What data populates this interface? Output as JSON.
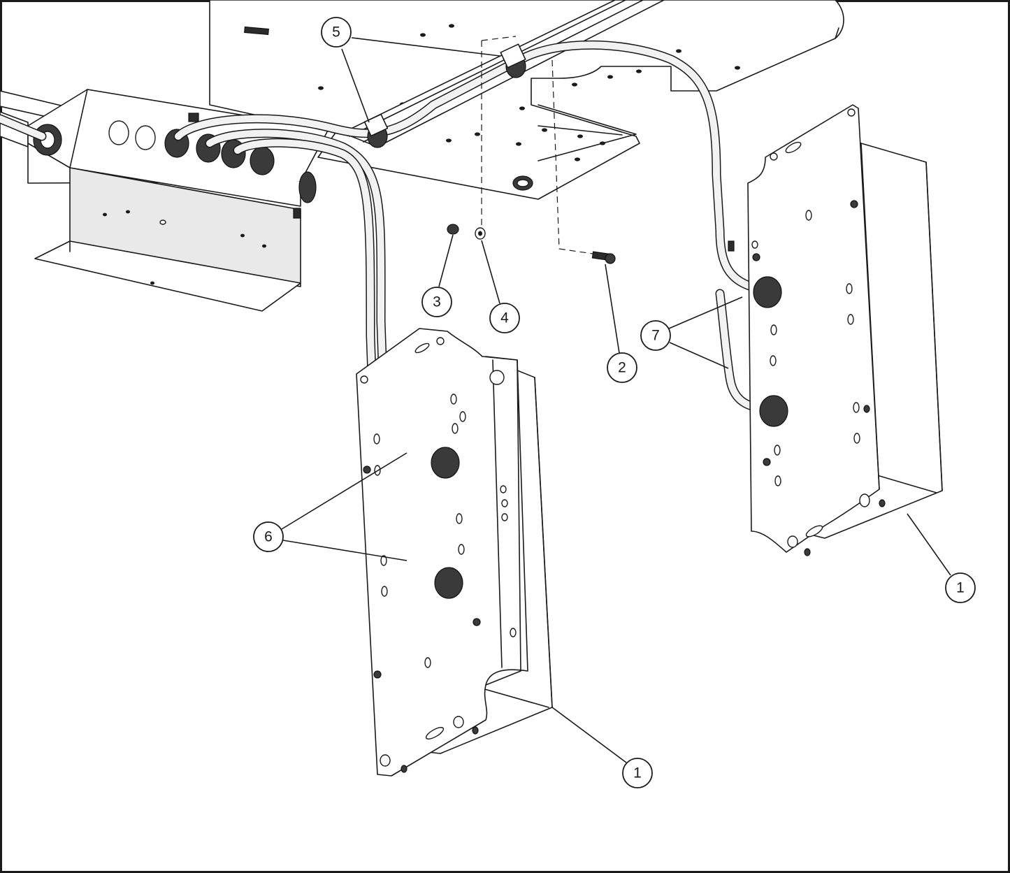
{
  "callouts": [
    {
      "id": "callout-5",
      "label": "5"
    },
    {
      "id": "callout-3",
      "label": "3"
    },
    {
      "id": "callout-4",
      "label": "4"
    },
    {
      "id": "callout-2",
      "label": "2"
    },
    {
      "id": "callout-7",
      "label": "7"
    },
    {
      "id": "callout-6",
      "label": "6"
    },
    {
      "id": "callout-1-right",
      "label": "1"
    },
    {
      "id": "callout-1-left",
      "label": "1"
    }
  ]
}
